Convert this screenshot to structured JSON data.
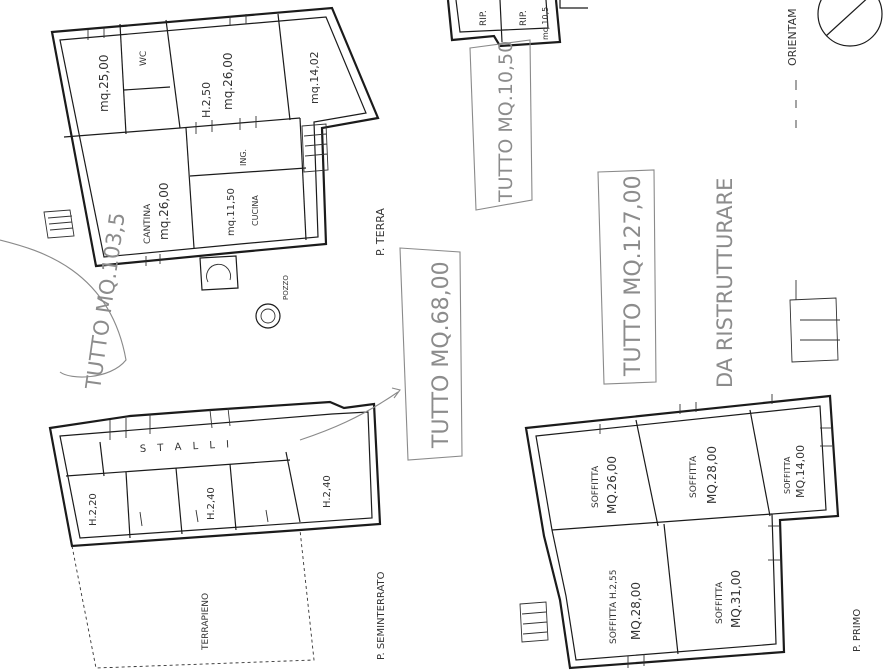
{
  "plans": {
    "terra": {
      "label": "P. TERRA",
      "rooms": [
        {
          "name": "",
          "area": "mq.25,00"
        },
        {
          "name": "WC",
          "area": ""
        },
        {
          "name": "H.2,50",
          "area": "mq.26,00"
        },
        {
          "name": "",
          "area": "mq.14,02"
        },
        {
          "name": "CANTINA",
          "area": "mq.26,00"
        },
        {
          "name": "ING.",
          "area": ""
        },
        {
          "name": "CUCINA",
          "area": "mq.11,50"
        }
      ],
      "total": "TUTTO MQ.103,5"
    },
    "seminterrato": {
      "label": "P. SEMINTERRATO",
      "corridor": "S T A L L I",
      "rooms": [
        "H.2,20",
        "H.2,40",
        "H.2,40"
      ],
      "terrapieno": "TERRAPIENO",
      "total": "TUTTO MQ.68,00"
    },
    "primo": {
      "label": "P. PRIMO",
      "rooms": [
        {
          "name": "SOFFITTA",
          "area": "MQ.26,00"
        },
        {
          "name": "SOFFITTA",
          "area": "MQ.28,00"
        },
        {
          "name": "SOFFITTA",
          "area": "MQ.14,00"
        },
        {
          "name": "SOFFITTA H.2,55",
          "area": "MQ.28,00"
        },
        {
          "name": "SOFFITTA",
          "area": "MQ.31,00"
        }
      ],
      "total": "TUTTO MQ.127,00"
    },
    "rip": {
      "rooms": [
        "RIP.",
        "RIP."
      ],
      "area": "mq.10,5",
      "total": "TUTTO MQ.10,50"
    }
  },
  "notes": {
    "da_ristrutturare": "DA RISTRUTTURARE",
    "orientamento": "ORIENTAM"
  }
}
